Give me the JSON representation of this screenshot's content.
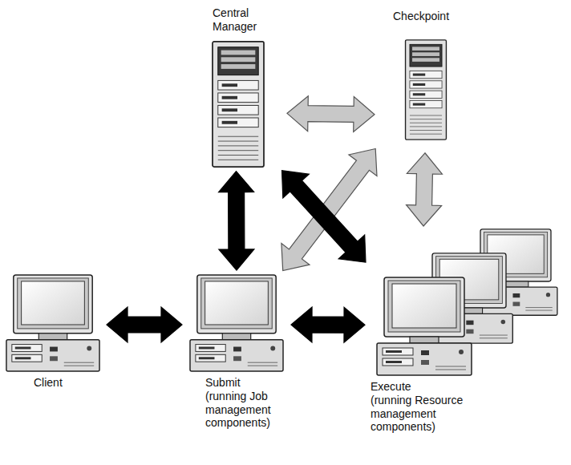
{
  "diagram": {
    "nodes": [
      {
        "text": [
          "Central Manager"
        ]
      },
      {
        "text": [
          "Checkpoint"
        ]
      },
      {
        "text": [
          "Client"
        ]
      },
      {
        "text": [
          "Submit",
          "(running Job management components)"
        ]
      },
      {
        "text": [
          "Execute",
          "(running Resource management components)"
        ]
      }
    ],
    "edges": [
      {
        "from": 0,
        "to": 1,
        "arrow": "both"
      },
      {
        "from": 0,
        "to": 3,
        "arrow": "both"
      },
      {
        "from": 0,
        "to": 4,
        "arrow": "both"
      },
      {
        "from": 1,
        "to": 3,
        "arrow": "both"
      },
      {
        "from": 1,
        "to": 4,
        "arrow": "both"
      },
      {
        "from": 2,
        "to": 3,
        "arrow": "both"
      },
      {
        "from": 3,
        "to": 4,
        "arrow": "both"
      }
    ]
  }
}
